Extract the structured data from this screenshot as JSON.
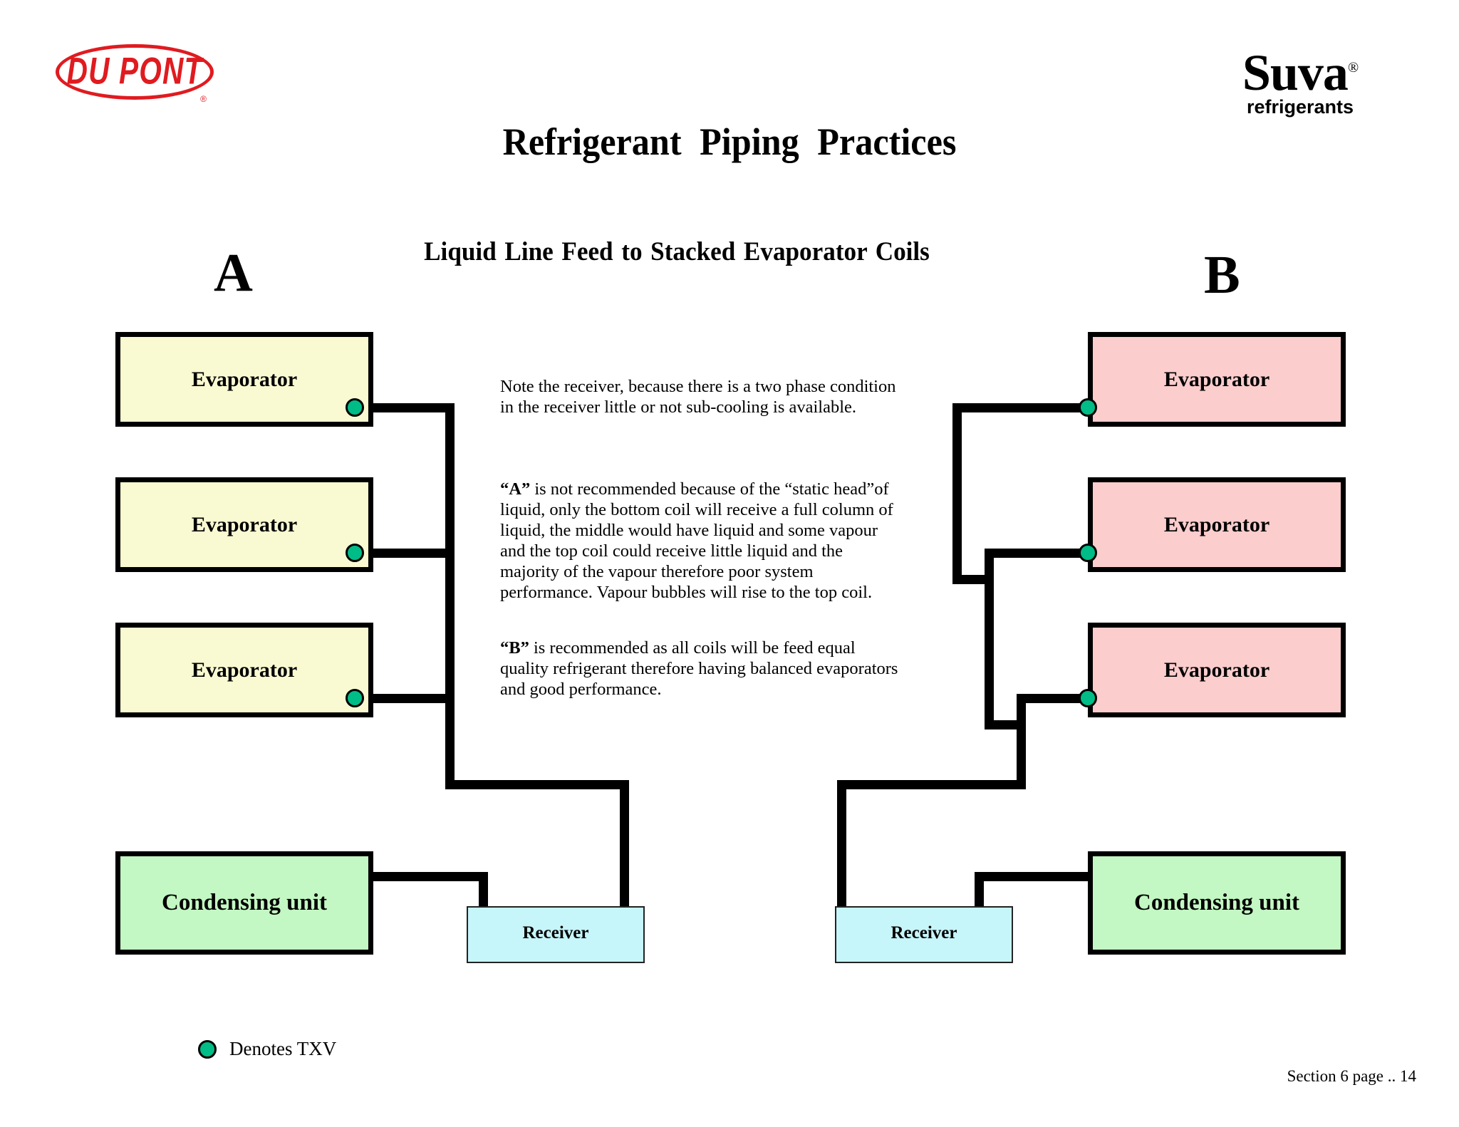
{
  "branding": {
    "dupont": {
      "wordmark": "DU PONT",
      "registered": "®"
    },
    "suva": {
      "wordmark": "Suva",
      "registered": "®",
      "tagline": "refrigerants"
    }
  },
  "titles": {
    "main": "Refrigerant  Piping  Practices",
    "subtitle": "Liquid Line Feed to Stacked Evaporator Coils"
  },
  "sections": {
    "a": {
      "letter": "A"
    },
    "b": {
      "letter": "B"
    }
  },
  "labels": {
    "evaporator": "Evaporator",
    "condensing_unit": "Condensing unit",
    "receiver": "Receiver"
  },
  "notes": {
    "receiver_note": "Note the receiver, because there is a two phase condition in the receiver little or not sub-cooling is available.",
    "a_note_lead": "“A”",
    "a_note_body": " is not recommended because of the “static head”of liquid, only the bottom coil will receive a full column of liquid, the middle would have liquid and some vapour and the top coil could receive little liquid and the majority of the vapour therefore poor system performance. Vapour bubbles will rise to the top coil.",
    "b_note_lead": "“B”",
    "b_note_body": " is recommended as all coils will be feed equal quality refrigerant therefore having balanced evaporators and good performance."
  },
  "legend": {
    "label": "Denotes TXV",
    "icon": "txv-circle-icon"
  },
  "footer": {
    "text": "Section 6  page  .. 14"
  },
  "colors": {
    "evaporator_a_fill": "#FAFAD2",
    "evaporator_b_fill": "#FBCDCD",
    "condensing_unit_fill": "#C3F7C3",
    "receiver_fill": "#C6F5FA",
    "txv_green": "#00BC87",
    "dupont_red": "#E01B20",
    "pipe_black": "#000000"
  }
}
